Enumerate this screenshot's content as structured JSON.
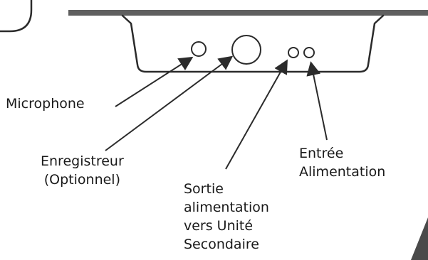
{
  "labels": {
    "microphone": "Microphone",
    "recorder": "Enregistreur\n(Optionnel)",
    "power_output": "Sortie\nalimentation\nvers Unité\nSecondaire",
    "power_input": "Entrée\nAlimentation"
  },
  "colors": {
    "outline": "#2b2b2b",
    "panel_fill": "#ffffff",
    "top_bar": "#5f5f5f",
    "corner_shape": "#4a4a4a",
    "text": "#1a1a1a"
  },
  "icons": {
    "microphone_port": "small-circle",
    "recorder_port": "large-circle",
    "power_output_port": "small-circle",
    "power_input_port": "small-circle"
  }
}
